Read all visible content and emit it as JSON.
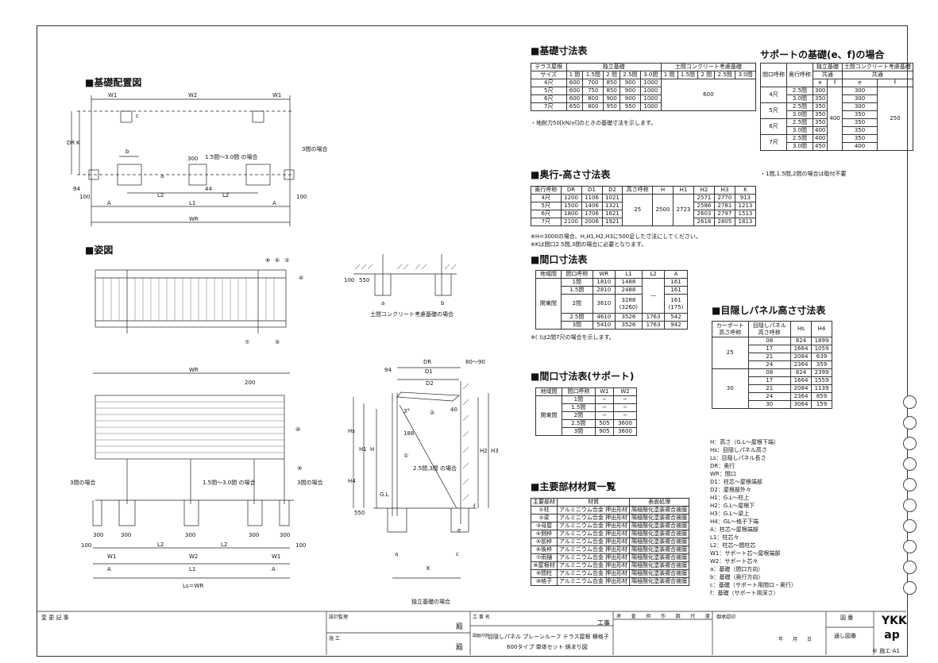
{
  "sections": {
    "layout_plan": "■基礎配置図",
    "elevation": "■姿図",
    "foundation_table": "■基礎寸法表",
    "support_table": "サポートの基礎(e、f)の場合",
    "depth_height_table": "■奥行-高さ寸法表",
    "frontage_table": "■間口寸法表",
    "frontage_support_table": "■間口寸法表(サポート)",
    "panel_height_table": "■目隠しパネル高さ寸法表",
    "materials_table": "■主要部材材質一覧"
  },
  "foundation": {
    "head1": [
      "テラス屋根",
      "独立基礎",
      "土間コンクリート考慮基礎"
    ],
    "head2": [
      "サイズ",
      "1 間",
      "1.5間",
      "2 間",
      "2.5間",
      "3.0間",
      "1 間",
      "1.5間",
      "2 間",
      "2.5間",
      "3.0間"
    ],
    "rows": [
      [
        "4尺",
        "600",
        "700",
        "850",
        "900",
        "1000"
      ],
      [
        "5尺",
        "600",
        "750",
        "850",
        "900",
        "1000"
      ],
      [
        "6尺",
        "600",
        "800",
        "900",
        "900",
        "1000"
      ],
      [
        "7尺",
        "650",
        "800",
        "950",
        "950",
        "1000"
      ]
    ],
    "merged": "600",
    "note": "・地耐力50[kN/㎡]のときの基礎寸法を示します。"
  },
  "support": {
    "head": [
      "間口呼称",
      "奥行呼称",
      "独立基礎",
      "土間コンクリート考慮基礎",
      "共通",
      "共通",
      "e",
      "f",
      "e",
      "f"
    ],
    "groups": [
      "4尺",
      "5尺",
      "6尺",
      "7尺"
    ],
    "spans": [
      "2.5間",
      "3.0間"
    ],
    "e1": [
      "300",
      "350",
      "350",
      "350",
      "350",
      "400",
      "400",
      "450"
    ],
    "e2": [
      "300",
      "300",
      "300",
      "350",
      "350",
      "350",
      "350",
      "400"
    ],
    "f1": "400",
    "f2": "250",
    "note": "・1間,1.5間,2間の場合は取付不要"
  },
  "depth": {
    "head": [
      "奥行呼称",
      "DR",
      "D1",
      "D2",
      "高さ呼称",
      "H",
      "H1",
      "H2",
      "H3",
      "K"
    ],
    "rows": [
      [
        "4尺",
        "1200",
        "1106",
        "1021",
        "2571",
        "2770",
        "913"
      ],
      [
        "5尺",
        "1500",
        "1406",
        "1321",
        "2586",
        "2781",
        "1213"
      ],
      [
        "6尺",
        "1800",
        "1706",
        "1621",
        "2603",
        "2797",
        "1513"
      ],
      [
        "7尺",
        "2100",
        "2006",
        "1921",
        "2618",
        "2805",
        "1813"
      ]
    ],
    "height_name": "25",
    "h": "2500",
    "h1": "2723",
    "note1": "※H=3000の場合、H,H1,H2,H3に500足した寸法にしてください。",
    "note2": "※Kは間口2.5間,3間の場合に必要となります。"
  },
  "frontage": {
    "head": [
      "地域間",
      "間口呼称",
      "WR",
      "L1",
      "L2",
      "A"
    ],
    "region": "関東間",
    "rows": [
      [
        "1間",
        "1810",
        "1488",
        "",
        "161"
      ],
      [
        "1.5間",
        "2810",
        "2488",
        "",
        "161"
      ],
      [
        "2間",
        "3610",
        "3288\n(3260)",
        "",
        "161\n(175)"
      ],
      [
        "2.5間",
        "4610",
        "3526",
        "1763",
        "542"
      ],
      [
        "3間",
        "5410",
        "3526",
        "1763",
        "942"
      ]
    ],
    "dash": "—",
    "note": "※( )は2間7尺の場合を示します。"
  },
  "frontage_support": {
    "head": [
      "地域間",
      "間口呼称",
      "W1",
      "W2"
    ],
    "region": "関東間",
    "rows": [
      [
        "1間",
        "−",
        "−"
      ],
      [
        "1.5間",
        "−",
        "−"
      ],
      [
        "2間",
        "−",
        "−"
      ],
      [
        "2.5間",
        "505",
        "3600"
      ],
      [
        "3間",
        "905",
        "3600"
      ]
    ]
  },
  "panel": {
    "head": [
      "カーポート\n高さ呼称",
      "目隠しパネル\n高さ呼称",
      "Hs",
      "H4"
    ],
    "g1": "25",
    "g2": "30",
    "rows": [
      [
        "08",
        "824",
        "1899"
      ],
      [
        "17",
        "1664",
        "1059"
      ],
      [
        "21",
        "2084",
        "639"
      ],
      [
        "24",
        "2364",
        "359"
      ],
      [
        "08",
        "824",
        "2399"
      ],
      [
        "17",
        "1664",
        "1559"
      ],
      [
        "21",
        "2084",
        "1139"
      ],
      [
        "24",
        "2364",
        "859"
      ],
      [
        "30",
        "3064",
        "159"
      ]
    ]
  },
  "materials": {
    "head": [
      "主要部材",
      "材質",
      "表面処理"
    ],
    "rows": [
      [
        "①柱",
        "アルミニウム合金 押出形材",
        "陽極酸化塗装複合被膜"
      ],
      [
        "②梁",
        "アルミニウム合金 押出形材",
        "陽極酸化塗装複合被膜"
      ],
      [
        "③母屋",
        "アルミニウム合金 押出形材",
        "陽極酸化塗装複合被膜"
      ],
      [
        "④側枠",
        "アルミニウム合金 押出形材",
        "陽極酸化塗装複合被膜"
      ],
      [
        "⑤前枠",
        "アルミニウム合金 押出形材",
        "陽極酸化塗装複合被膜"
      ],
      [
        "⑥後枠",
        "アルミニウム合金 押出形材",
        "陽極酸化塗装複合被膜"
      ],
      [
        "⑦雨樋",
        "アルミニウム合金 押出形材",
        "陽極酸化塗装複合被膜"
      ],
      [
        "⑧屋根材",
        "アルミニウム合金 押出形材",
        "陽極酸化塗装複合被膜"
      ],
      [
        "⑨間柱",
        "アルミニウム合金 押出形材",
        "陽極酸化塗装複合被膜"
      ],
      [
        "⑩格子",
        "アルミニウム合金 押出形材",
        "陽極酸化塗装複合被膜"
      ]
    ]
  },
  "legend": [
    "H：高さ（G.L～屋根下端）",
    "Hs：目隠しパネル高さ",
    "Ls：目隠しパネル長さ",
    "DR：奥行",
    "WR：間口",
    "D1：柱芯～屋根端部",
    "D2：屋根部外々",
    "H1：G.L～柱上",
    "H2：G.L～屋根下",
    "H3：G.L～梁上",
    "H4：GL～格子下端",
    "A：柱芯～屋根端部",
    "L1：柱芯々",
    "L2：柱芯～間柱芯",
    "W1：サポート芯～屋根端部",
    "W2：サポート芯々",
    "a：基礎（間口方向）",
    "b：基礎（奥行方向）",
    "c：基礎（サポート用間口・奥行）",
    "f：基礎（サポート用深さ）"
  ],
  "drawing": {
    "W1": "W1",
    "W2": "W2",
    "DR": "DR",
    "K": "K",
    "A": "A",
    "L1": "L1",
    "L2": "L2",
    "WR": "WR",
    "a": "a",
    "b": "b",
    "c": "c",
    "e": "e",
    "f": "f",
    "d300": "300",
    "d100": "100",
    "d94": "94",
    "d44": "44",
    "d200": "200",
    "d550": "550",
    "d188": "188",
    "d8090": "80～90",
    "D1": "D1",
    "D2": "D2",
    "H": "H",
    "H1": "H1",
    "H2": "H2",
    "H3": "H3",
    "H4": "H4",
    "Hs": "Hs",
    "GL": "G.L",
    "span_note": "1.5間～3.0間\nの場合",
    "three_note": "3間の場合",
    "twohalf_note": "2.5間,3間\nの場合",
    "earth_caption": "土間コンクリート考慮基礎の場合",
    "indep_caption": "独立基礎の場合",
    "ls": "Ls＝WR",
    "slope": "3°",
    "d40": "40",
    "callouts": [
      "①",
      "②",
      "③",
      "④",
      "⑤",
      "⑥",
      "⑦",
      "⑧",
      "⑨",
      "⑩"
    ]
  },
  "titleblock": {
    "change": "変 更 記 事",
    "design": "設計監理",
    "construct": "施 工",
    "dono1": "殿",
    "dono2": "殿",
    "work_name": "工 事 名",
    "koji": "工事",
    "content_label": "図面内容",
    "content1": "目隠しパネル プレーンルーフ テラス屋根 横格子",
    "content2": "600タイプ 単体セット 納まり図",
    "cols": [
      "承",
      "査",
      "担",
      "作",
      "図",
      "尺",
      "度"
    ],
    "date_label": "御承認印",
    "ymd": "年　　月　　日",
    "zuban": "図 番",
    "tsuzuki": "通し図番",
    "brand": "YKK ap",
    "code": "® 施エ-A1"
  }
}
